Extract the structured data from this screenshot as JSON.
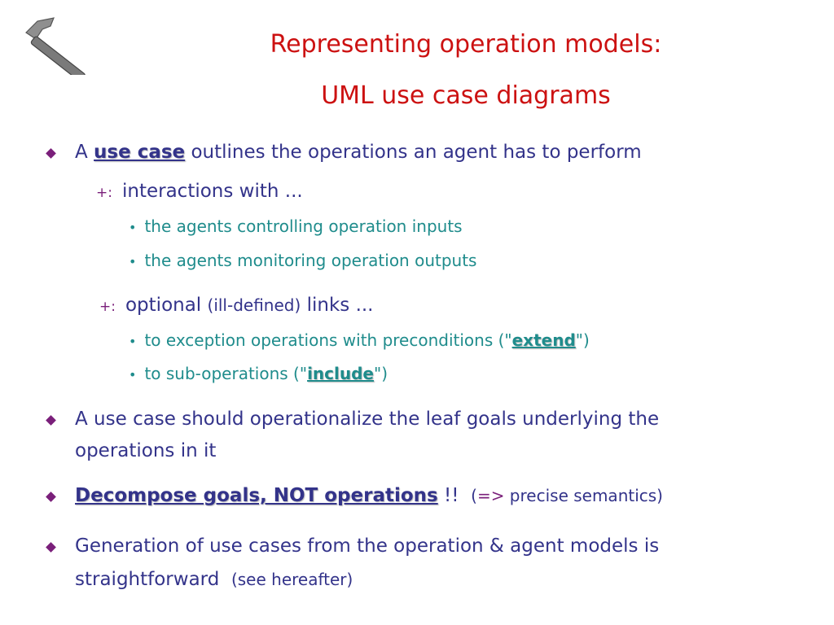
{
  "title": {
    "line1": "Representing operation models:",
    "line2": "UML use case diagrams"
  },
  "icons": {
    "hammer": "hammer-icon",
    "bullet": "diamond-bullet-icon"
  },
  "colors": {
    "title": "#cc1111",
    "body": "#33338a",
    "sub": "#1f8c8c",
    "bullet": "#7a1f7a"
  },
  "bullet1": {
    "pre": "A ",
    "term": "use case",
    "post": " outlines the operations an agent has to perform",
    "sub1": {
      "marker": "+:",
      "text": "interactions with ...",
      "items": [
        "the agents controlling operation inputs",
        "the agents monitoring operation outputs"
      ]
    },
    "sub2": {
      "marker": "+:",
      "text1": "optional",
      "text2": "(ill-defined)",
      "text3": "links ...",
      "item1": {
        "pre": "to exception operations with preconditions (\"",
        "term": "extend",
        "post": "\")"
      },
      "item2": {
        "pre": "to sub-operations (\"",
        "term": "include",
        "post": "\")"
      }
    }
  },
  "bullet2": {
    "line1": "A use case should operationalize the leaf goals underlying the",
    "line2": "operations in it"
  },
  "bullet3": {
    "term": "Decompose goals, NOT operations",
    "bang": " !!",
    "open": "(",
    "arrow": "=>",
    "rest": " precise semantics)"
  },
  "bullet4": {
    "line1": "Generation of use cases from the operation & agent models is",
    "line2a": "straightforward",
    "line2b": "(see hereafter)"
  }
}
